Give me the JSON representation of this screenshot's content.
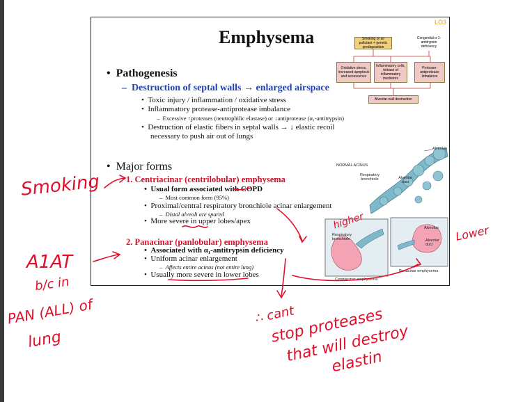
{
  "slide": {
    "lo_tag": "LO3",
    "title": "Emphysema",
    "pathogenesis": {
      "heading": "Pathogenesis",
      "sub": "Destruction of septal walls → enlarged airspace",
      "items": [
        "Toxic injury / inflammation / oxidative stress",
        "Inflammatory protease-antiprotease imbalance"
      ],
      "detail": "Excessive ↑proteases (neutrophilic elastase) or ↓antiprotease (α₁-antitrypsin)",
      "item3_line1": "Destruction of elastic fibers in septal walls → ↓ elastic recoil",
      "item3_line2": "necessary to push air out of lungs"
    },
    "forms": {
      "heading": "Major forms",
      "centriacinar": {
        "title": "1.   Centriacinar (centrilobular) emphysema",
        "b1": "Usual form associated with COPD",
        "b1_sub": "Most common form (95%)",
        "b2": "Proximal/central respiratory bronchiole acinar enlargement",
        "b2_sub": "Distal alveoli are spared",
        "b3": "More severe in upper lobes/apex"
      },
      "panacinar": {
        "title": "2.   Panacinar (panlobular) emphysema",
        "b1": "Associated with α₁-antitrypsin deficiency",
        "b2": "Uniform acinar enlargement",
        "b2_sub": "Affects entire acinus (not entire lung)",
        "b3": "Usually more severe in lower lobes"
      }
    },
    "flowchart": {
      "top_left": "Smoking or air pollutant + genetic predisposition",
      "top_right": "Congenital α-1-antitrypsin deficiency",
      "mid1": "Oxidative stress, increased apoptosis and senescence",
      "mid2": "Inflammatory cells, release of inflammatory mediators",
      "mid3": "Protease-antiprotease imbalance",
      "bottom": "Alveolar wall destruction"
    },
    "figure": {
      "normal_acinus": "NORMAL ACINUS",
      "resp_bronchiole": "Respiratory bronchiole",
      "alveolar_duct": "Alveolar duct",
      "alveolus": "Alveolus",
      "resp_bronchiole_2": "Respiratory bronchiole",
      "alveolus_2": "Alveolus",
      "alveolar_duct_2": "Alveolar duct",
      "centriacinar_caption": "Centriacinar emphysema",
      "panacinar_caption": "Panacinar emphysema"
    }
  },
  "handwriting": {
    "smoking": "Smoking",
    "a1at": "A1AT",
    "bc": "b/c in",
    "pan_all": "PAN (ALL) of",
    "lung_word": "lung",
    "higher": "higher",
    "lower": "Lower",
    "cant1": "∴ cant",
    "cant2": "stop proteases",
    "cant3": "that will destroy",
    "cant4": "elastin"
  },
  "colors": {
    "handwriting": "#e0102a",
    "heading_red": "#d0122b",
    "sub_blue": "#1f3fb8",
    "lo": "#d8a400"
  }
}
